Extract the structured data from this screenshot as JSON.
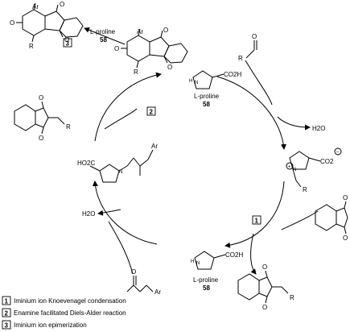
{
  "legend": [
    {
      "num": "1",
      "text": "Iminium ion Knoevenagel condensation"
    },
    {
      "num": "2",
      "text": "Enamine facilitated Diels-Alder reaction"
    },
    {
      "num": "3",
      "text": "Iminium ion epimerization"
    }
  ],
  "labels": {
    "proline_text": "L-proline",
    "compound_num": "58",
    "water": "H2O",
    "step1": "1",
    "step2": "2",
    "step3": "3",
    "ar": "Ar",
    "r": "R",
    "h": "H",
    "n": "N",
    "o": "O",
    "co2h": "CO2H",
    "ho2c": "HO2C",
    "co2minus": "CO2"
  }
}
